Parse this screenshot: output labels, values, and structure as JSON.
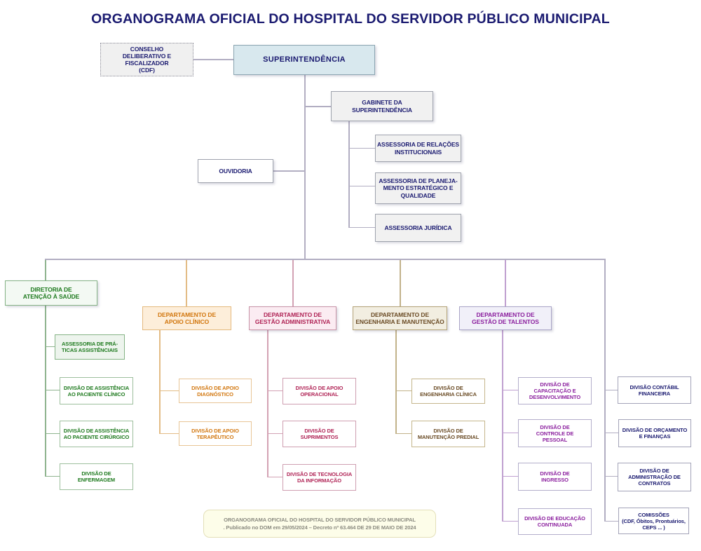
{
  "title": "ORGANOGRAMA OFICIAL DO HOSPITAL DO SERVIDOR PÚBLICO MUNICIPAL",
  "nodes": {
    "conselho": {
      "label": "CONSELHO\nDELIBERATIVO E\nFISCALIZADOR\n(CDF)"
    },
    "superintendencia": {
      "label": "SUPERINTENDÊNCIA"
    },
    "gabinete": {
      "label": "GABINETE DA\nSUPERINTENDÊNCIA"
    },
    "assessoria_relacoes": {
      "label": "ASSESSORIA DE RELAÇÕES\nINSTITUCIONAIS"
    },
    "assessoria_planejamento": {
      "label": "ASSESSORIA DE PLANEJA-\nMENTO ESTRATÉGICO E\nQUALIDADE"
    },
    "assessoria_juridica": {
      "label": "ASSESSORIA JURÍDICA"
    },
    "ouvidoria": {
      "label": "OUVIDORIA"
    },
    "diretoria_saude": {
      "label": "DIRETORIA DE\nATENÇÃO À SAÚDE"
    },
    "assessoria_praticas": {
      "label": "ASSESSORIA DE PRÁ-\nTICAS ASSISTÊNCIAIS"
    },
    "divisao_paciente_clinico": {
      "label": "DIVISÃO DE ASSISTÊNCIA\nAO PACIENTE CLÍNICO"
    },
    "divisao_paciente_cirurgico": {
      "label": "DIVISÃO DE ASSISTÊNCIA\nAO PACIENTE CIRÚRGICO"
    },
    "divisao_enfermagem": {
      "label": "DIVISÃO DE\nENFERMAGEM"
    },
    "dep_apoio_clinico": {
      "label": "DEPARTAMENTO DE\nAPOIO CLÍNICO"
    },
    "divisao_apoio_diagnostico": {
      "label": "DIVISÃO DE APOIO\nDIAGNÓSTICO"
    },
    "divisao_apoio_terapeutico": {
      "label": "DIVISÃO DE APOIO\nTERAPÊUTICO"
    },
    "dep_gestao_administrativa": {
      "label": "DEPARTAMENTO DE\nGESTÃO ADMINISTRATIVA"
    },
    "divisao_apoio_operacional": {
      "label": "DIVISÃO DE APOIO\nOPERACIONAL"
    },
    "divisao_suprimentos": {
      "label": "DIVISÃO DE\nSUPRIMENTOS"
    },
    "divisao_tecnologia": {
      "label": "DIVISÃO DE TECNOLOGIA\nDA INFORMAÇÃO"
    },
    "dep_engenharia": {
      "label": "DEPARTAMENTO DE\nENGENHARIA E MANUTENÇÃO"
    },
    "divisao_engenharia_clinica": {
      "label": "DIVISÃO DE\nENGENHARIA CLÍNICA"
    },
    "divisao_manutencao_predial": {
      "label": "DIVISÃO DE\nMANUTENÇÃO PREDIAL"
    },
    "dep_talentos": {
      "label": "DEPARTAMENTO DE\nGESTÃO DE TALENTOS"
    },
    "divisao_capacitacao": {
      "label": "DIVISÃO DE\nCAPACITAÇÃO E\nDESENVOLVIMENTO"
    },
    "divisao_controle_pessoal": {
      "label": "DIVISÃO DE\nCONTROLE DE\nPESSOAL"
    },
    "divisao_ingresso": {
      "label": "DIVISÃO DE\nINGRESSO"
    },
    "divisao_educacao": {
      "label": "DIVISÃO DE EDUCAÇÃO\nCONTINUADA"
    },
    "divisao_contabil": {
      "label": "DIVISÃO CONTÁBIL\nFINANCEIRA"
    },
    "divisao_orcamento": {
      "label": "DIVISÃO DE ORÇAMENTO\nE FINANÇAS"
    },
    "divisao_adm_contratos": {
      "label": "DIVISÃO DE\nADMINISTRAÇÃO DE\nCONTRATOS"
    },
    "comissoes": {
      "label": "COMISSÕES\n(CDF, Óbitos, Prontuários,\nCEPS ... )"
    }
  },
  "footer": {
    "line1": "ORGANOGRAMA OFICIAL DO HOSPITAL DO SERVIDOR PÚBLICO MUNICIPAL",
    "line2": ". Publicado no DOM em 29/05/2024 – Decreto nº 63.464 DE 29 DE MAIO DE 2024"
  },
  "colors": {
    "title_navy": "#1a1a70",
    "superintendencia_fill": "#d8e8ee",
    "green": "#1e7a1e",
    "orange": "#d2770f",
    "carmine": "#b02456",
    "brown": "#6b4c26",
    "purple": "#8b1f9e",
    "connector_gray": "#b2aec2",
    "footer_fill": "#fdfde9"
  }
}
